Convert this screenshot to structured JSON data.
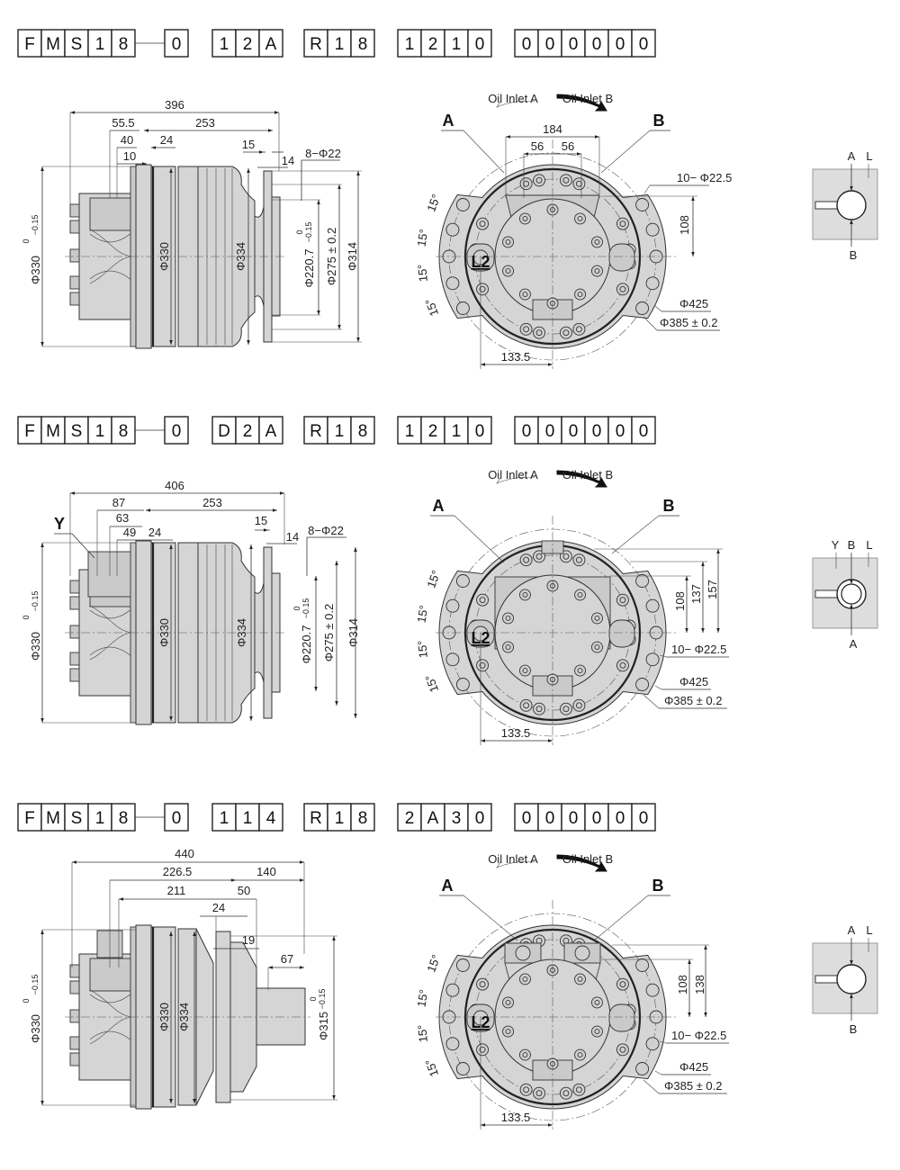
{
  "colors": {
    "body_fill": "#d5d5d5",
    "line": "#333333",
    "background": "#ffffff"
  },
  "sections": [
    {
      "code": [
        "FMS18",
        "0",
        "12A",
        "R18",
        "1210",
        "000000"
      ],
      "side": {
        "overall": "396",
        "d1": "55.5",
        "d2": "253",
        "d3": "40",
        "d4": "24",
        "d5": "10",
        "flange_w": "15",
        "flange_t": "14",
        "holes": "8−Φ22",
        "dia_left": "Φ330",
        "tol_left_up": "0",
        "tol_left_low": "−0.15",
        "dia_330": "Φ330",
        "dia_334": "Φ334",
        "dia_220": "Φ220.7",
        "tol_220_up": "0",
        "tol_220_low": "−0.15",
        "dia_275": "Φ275 ± 0.2",
        "dia_314": "Φ314"
      },
      "front": {
        "inlet_a": "Oil Inlet A",
        "inlet_b": "Oil Inlet B",
        "port_a": "A",
        "port_b": "B",
        "w184": "184",
        "w56a": "56",
        "w56b": "56",
        "h108": "108",
        "holes": "10− Φ22.5",
        "dia_425": "Φ425",
        "dia_385": "Φ385 ± 0.2",
        "w133": "133.5",
        "l2": "L2",
        "ang1": "15°",
        "ang2": "15°",
        "ang3": "15°",
        "ang4": "15°"
      },
      "schematic": {
        "top1": "A",
        "top2": "L",
        "bottom": "B"
      }
    },
    {
      "code": [
        "FMS18",
        "0",
        "D2A",
        "R18",
        "1210",
        "000000"
      ],
      "side": {
        "overall": "406",
        "d1": "87",
        "d2": "253",
        "d3": "63",
        "d4": "49",
        "d5": "24",
        "y": "Y",
        "flange_w": "15",
        "flange_t": "14",
        "holes": "8−Φ22",
        "dia_left": "Φ330",
        "tol_left_up": "0",
        "tol_left_low": "−0.15",
        "dia_330": "Φ330",
        "dia_334": "Φ334",
        "dia_220": "Φ220.7",
        "tol_220_up": "0",
        "tol_220_low": "−0.15",
        "dia_275": "Φ275 ± 0.2",
        "dia_314": "Φ314"
      },
      "front": {
        "inlet_a": "Oil Inlet A",
        "inlet_b": "Oil Inlet B",
        "port_a": "A",
        "port_b": "B",
        "h108": "108",
        "h137": "137",
        "h157": "157",
        "holes": "10− Φ22.5",
        "dia_425": "Φ425",
        "dia_385": "Φ385 ± 0.2",
        "w133": "133.5",
        "l2": "L2",
        "ang1": "15°",
        "ang2": "15°",
        "ang3": "15°",
        "ang4": "15°"
      },
      "schematic": {
        "top0": "Y",
        "top1": "B",
        "top2": "L",
        "bottom": "A"
      }
    },
    {
      "code": [
        "FMS18",
        "0",
        "114",
        "R18",
        "2A30",
        "000000"
      ],
      "side": {
        "overall": "440",
        "d1": "226.5",
        "d2": "140",
        "d3": "211",
        "d4": "50",
        "d5": "24",
        "d6": "19",
        "d7": "67",
        "dia_left": "Φ330",
        "tol_left_up": "0",
        "tol_left_low": "−0.15",
        "dia_330": "Φ330",
        "dia_334": "Φ334",
        "dia_315": "Φ315",
        "tol_315_up": "0",
        "tol_315_low": "−0.15"
      },
      "front": {
        "inlet_a": "Oil Inlet A",
        "inlet_b": "Oil Inlet B",
        "port_a": "A",
        "port_b": "B",
        "h108": "108",
        "h138": "138",
        "holes": "10− Φ22.5",
        "dia_425": "Φ425",
        "dia_385": "Φ385 ± 0.2",
        "w133": "133.5",
        "l2": "L2",
        "ang1": "15°",
        "ang2": "15°",
        "ang3": "15°",
        "ang4": "15°"
      },
      "schematic": {
        "top1": "A",
        "top2": "L",
        "bottom": "B"
      }
    }
  ]
}
